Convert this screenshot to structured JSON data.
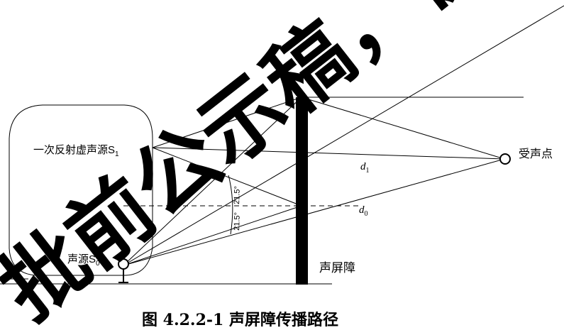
{
  "labels": {
    "virtual_source": "一次反射虚声源S",
    "virtual_source_sub": "1",
    "receiver": "受声点",
    "source": "声源S",
    "source_sub": "0",
    "barrier": "声屏障",
    "d1": "d",
    "d1_sub": "1",
    "d0": "d",
    "d0_sub": "0",
    "angle_upper": "21.5°",
    "angle_lower": "21.5°"
  },
  "caption": "图 4.2.2-1    声屏障传播路径",
  "watermark": "批前公示稿，仅"
}
